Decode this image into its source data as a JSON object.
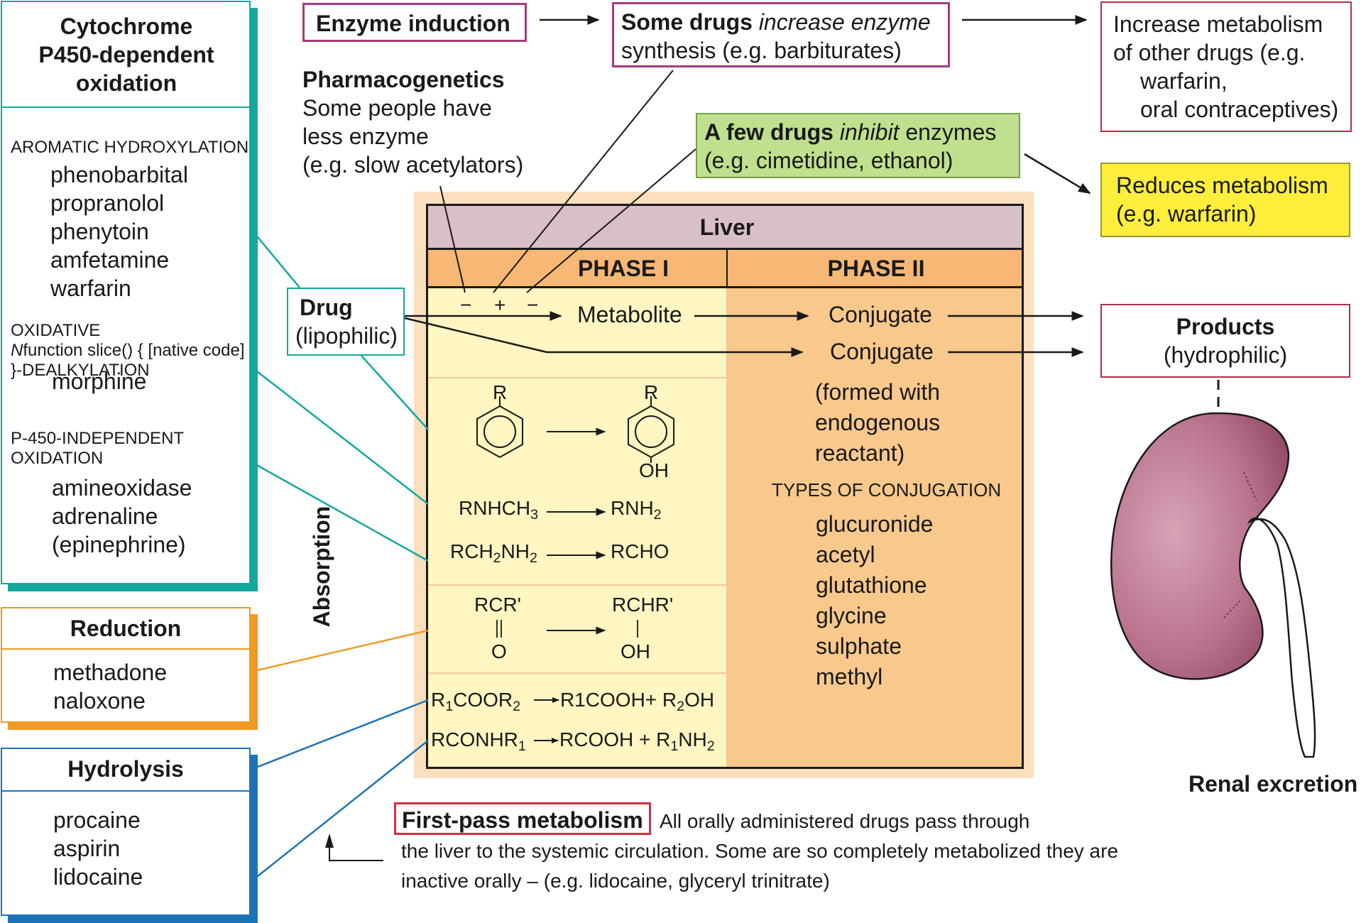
{
  "colors": {
    "teal": "#14a79c",
    "orange": "#ef9a22",
    "blue": "#1d73b8",
    "purple": "#a8397e",
    "maroon": "#b03048",
    "green_fill": "#bfe08e",
    "yellow_fill": "#ffee3c",
    "liver_header": "#d9bfc9",
    "phase_header": "#f6b874",
    "phase1_fill": "#fff6c2",
    "phase2_fill": "#f8c88c",
    "halo": "#fce0bd",
    "kidney": "#b26b8a"
  },
  "cyp": {
    "title": "Cytochrome P450-dependent oxidation",
    "sections": [
      {
        "heading": "AROMATIC HYDROXYLATION",
        "items": [
          "phenobarbital",
          "propranolol",
          "phenytoin",
          "amfetamine",
          "warfarin"
        ]
      },
      {
        "heading_line1": "OXIDATIVE",
        "heading_line2": "N-DEALKYLATION",
        "items": [
          "morphine"
        ]
      },
      {
        "heading_line1": "P-450-INDEPENDENT",
        "heading_line2": "OXIDATION",
        "items": [
          "amineoxidase",
          "adrenaline",
          "(epinephrine)"
        ]
      }
    ]
  },
  "reduction": {
    "title": "Reduction",
    "items": [
      "methadone",
      "naloxone"
    ]
  },
  "hydrolysis": {
    "title": "Hydrolysis",
    "items": [
      "procaine",
      "aspirin",
      "lidocaine"
    ]
  },
  "enzyme_induction": {
    "label": "Enzyme induction"
  },
  "some_drugs": {
    "bold": "Some drugs",
    "italic": "increase enzyme",
    "line2": "synthesis (e.g. barbiturates)"
  },
  "increase_metabolism": {
    "lines": [
      "Increase metabolism",
      "of other drugs (e.g.",
      "warfarin,",
      "oral contraceptives)"
    ]
  },
  "pharmacogenetics": {
    "title": "Pharmacogenetics",
    "lines": [
      "Some people have",
      "less enzyme",
      "(e.g. slow acetylators)"
    ]
  },
  "inhibit": {
    "bold": "A few  drugs",
    "italic": "inhibit",
    "rest": "enzymes",
    "line2": "(e.g. cimetidine, ethanol)"
  },
  "reduces": {
    "lines": [
      "Reduces metabolism",
      "(e.g. warfarin)"
    ]
  },
  "drug": {
    "title": "Drug",
    "sub": "(lipophilic)"
  },
  "liver": {
    "title": "Liver",
    "phase1": "PHASE I",
    "phase2": "PHASE II",
    "signs": [
      "−",
      "+",
      "−"
    ],
    "metabolite": "Metabolite",
    "conjugate1": "Conjugate",
    "conjugate2": "Conjugate",
    "formed_lines": [
      "(formed with",
      "endogenous",
      "reactant)"
    ],
    "types_heading": "TYPES OF CONJUGATION",
    "types": [
      "glucuronide",
      "acetyl",
      "glutathione",
      "glycine",
      "sulphate",
      "methyl"
    ],
    "r_label": "R",
    "oh_label": "OH",
    "rcr": "RCR'",
    "rchr": "RCHR'",
    "o_label": "O"
  },
  "absorption": "Absorption",
  "products": {
    "title": "Products",
    "sub": "(hydrophilic)"
  },
  "renal": "Renal excretion",
  "first_pass": {
    "title": "First-pass metabolism",
    "line1": "All orally administered drugs pass through",
    "line2": "the liver to the systemic circulation.  Some are so completely metabolized they are",
    "line3": "inactive orally – (e.g. lidocaine, glyceryl trinitrate)"
  }
}
